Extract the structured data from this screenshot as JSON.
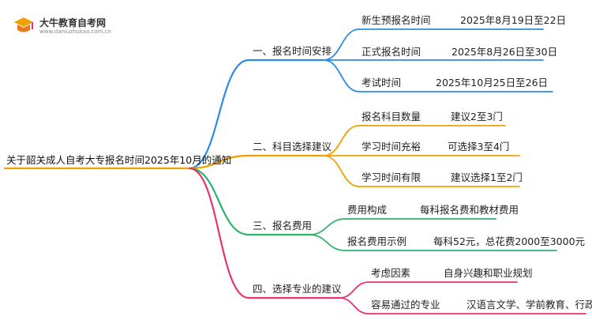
{
  "logo": {
    "title": "大牛教育自考网",
    "subtitle": "www.daniuzhukao.com.cn"
  },
  "root": "关于韶关成人自考大专报名时间2025年10月的通知",
  "colors": {
    "blue": "#2b8be6",
    "orange": "#f0a000",
    "green": "#2bb36b",
    "pink": "#e8336d",
    "root_line": "#f0a000"
  },
  "branches": [
    {
      "label": "一、报名时间安排",
      "color": "#2b8be6",
      "items": [
        {
          "key": "新生预报名时间",
          "value": "2025年8月19日至22日"
        },
        {
          "key": "正式报名时间",
          "value": "2025年8月26日至30日"
        },
        {
          "key": "考试时间",
          "value": "2025年10月25日至26日"
        }
      ]
    },
    {
      "label": "二、科目选择建议",
      "color": "#f0a000",
      "items": [
        {
          "key": "报名科目数量",
          "value": "建议2至3门"
        },
        {
          "key": "学习时间充裕",
          "value": "可选择3至4门"
        },
        {
          "key": "学习时间有限",
          "value": "建议选择1至2门"
        }
      ]
    },
    {
      "label": "三、报名费用",
      "color": "#2bb36b",
      "items": [
        {
          "key": "费用构成",
          "value": "每科报名费和教材费用"
        },
        {
          "key": "报名费用示例",
          "value": "每科52元，总花费2000至3000元"
        }
      ]
    },
    {
      "label": "四、选择专业的建议",
      "color": "#e8336d",
      "items": [
        {
          "key": "考虑因素",
          "value": "自身兴趣和职业规划"
        },
        {
          "key": "容易通过的专业",
          "value": "汉语言文学、学前教育、行政管理"
        }
      ]
    }
  ]
}
